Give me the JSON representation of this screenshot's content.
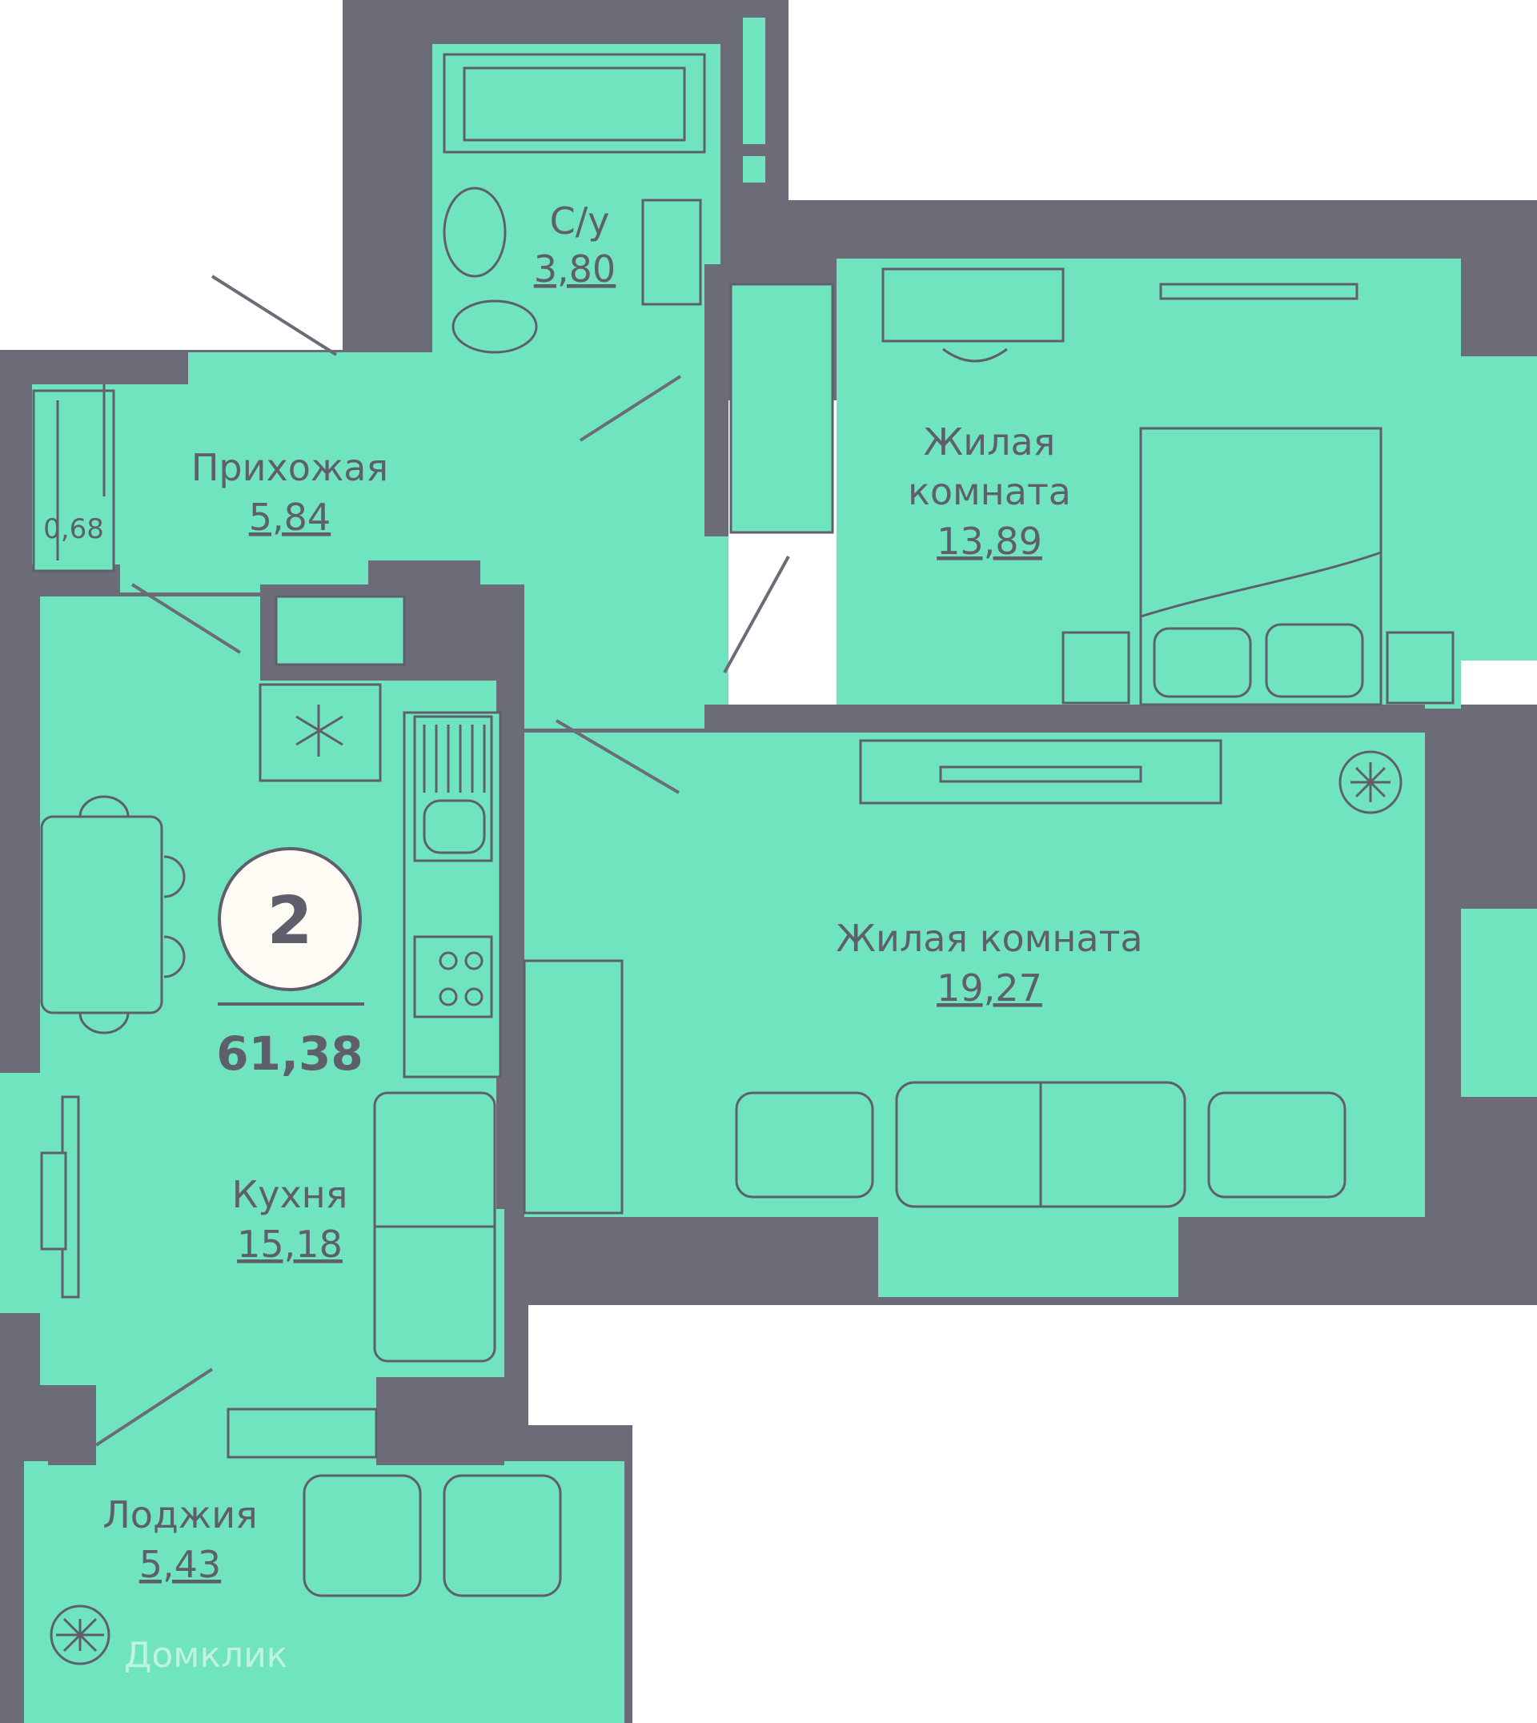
{
  "plan": {
    "rooms_count": "2",
    "total_area": "61,38",
    "colors": {
      "floor": "#70e4bf",
      "wall": "#6c6b78",
      "text": "#5f5f6b",
      "background": "#ffffff"
    },
    "watermark": "Домклик",
    "rooms": {
      "bath": {
        "label": "С/у",
        "area": "3,80"
      },
      "hall": {
        "label": "Прихожая",
        "area": "5,84"
      },
      "closet": {
        "area": "0,68"
      },
      "bedroom": {
        "label_line1": "Жилая",
        "label_line2": "комната",
        "area": "13,89"
      },
      "living": {
        "label": "Жилая комната",
        "area": "19,27"
      },
      "kitchen": {
        "label": "Кухня",
        "area": "15,18"
      },
      "loggia": {
        "label": "Лоджия",
        "area": "5,43"
      }
    }
  }
}
